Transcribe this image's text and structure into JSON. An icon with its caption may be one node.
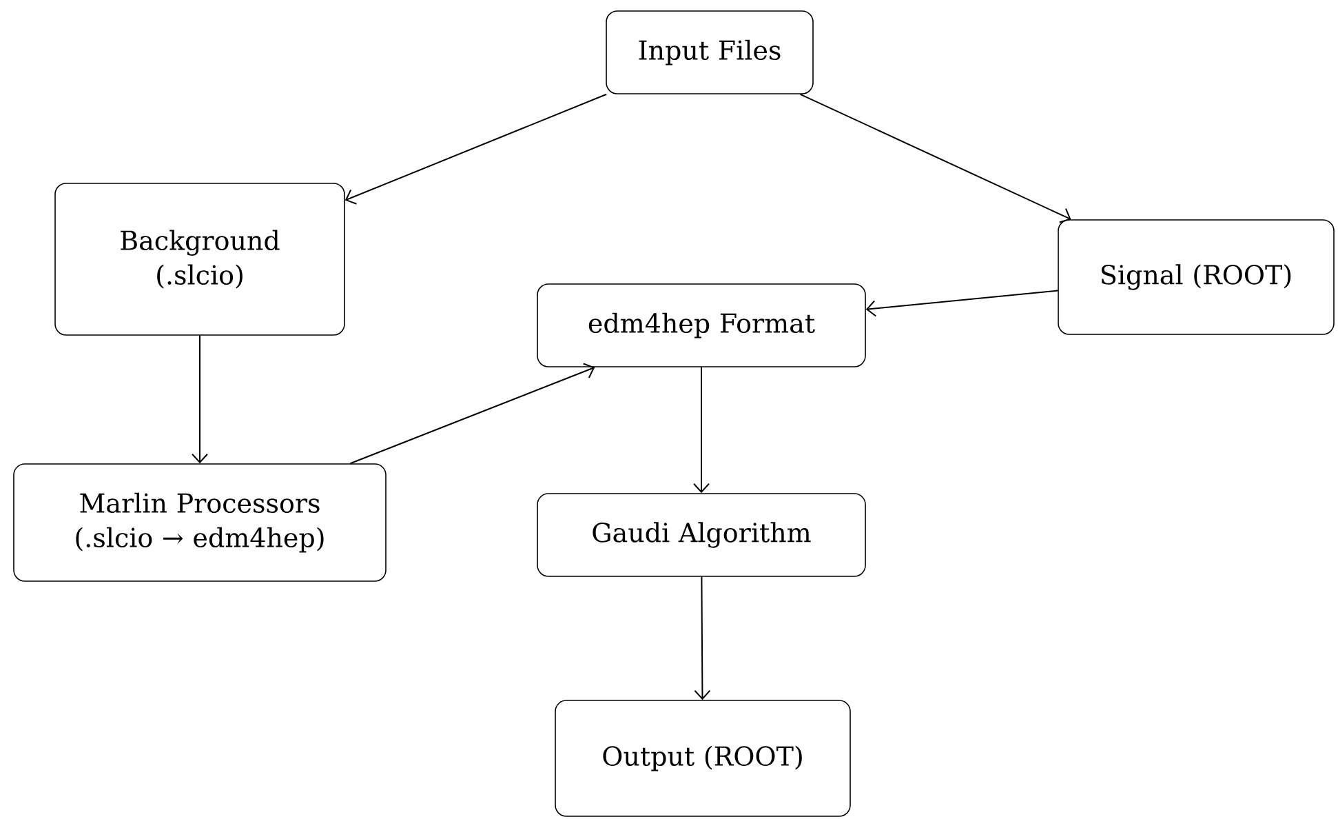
{
  "diagram": {
    "nodes": [
      {
        "text": [
          "Input Files"
        ]
      },
      {
        "text": [
          "Background (.slcio)"
        ]
      },
      {
        "text": [
          "edm4hep Format"
        ]
      },
      {
        "text": [
          "Signal (ROOT)"
        ]
      },
      {
        "text": [
          "Marlin Processors (.slcio → edm4hep)"
        ]
      },
      {
        "text": [
          "Gaudi Algorithm"
        ]
      },
      {
        "text": [
          "Output (ROOT)"
        ]
      }
    ],
    "edges": [
      {
        "from": 0,
        "to": 1,
        "arrow": "to"
      },
      {
        "from": 0,
        "to": 3,
        "arrow": "to"
      },
      {
        "from": 3,
        "to": 2,
        "arrow": "to"
      },
      {
        "from": 1,
        "to": 4,
        "arrow": "to"
      },
      {
        "from": 4,
        "to": 2,
        "arrow": "to"
      },
      {
        "from": 2,
        "to": 5,
        "arrow": "to"
      },
      {
        "from": 5,
        "to": 6,
        "arrow": "to"
      }
    ]
  }
}
